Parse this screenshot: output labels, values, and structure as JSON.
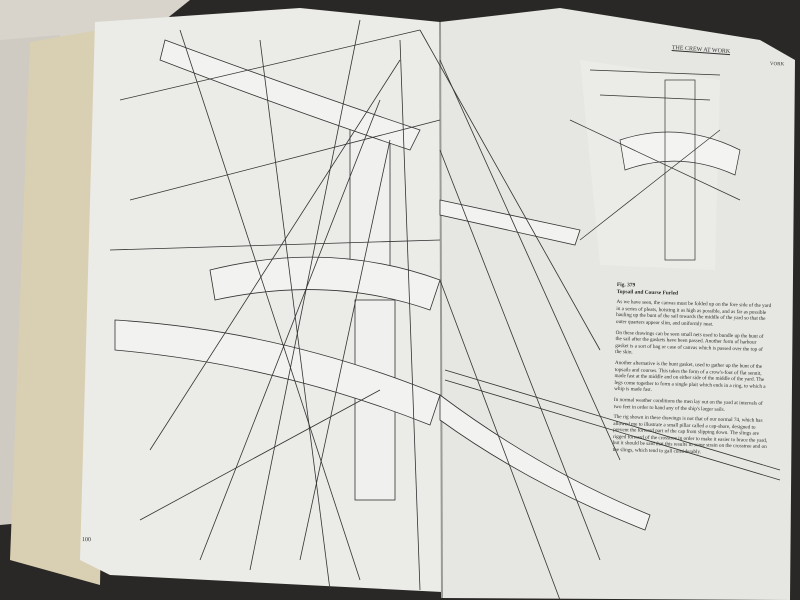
{
  "book": {
    "running_header": "THE CREW AT WORK",
    "running_header_fragment": "VORK",
    "left_page_number": "100",
    "figure": {
      "number": "Fig. 379",
      "title": "Topsail and Course Furled",
      "paragraphs": [
        "As we have seen, the canvas must be folded up on the fore side of the yard in a series of pleats, hoisting it as high as possible, and as far as possible hauling up the bunt of the sail towards the middle of the yard so that the outer quarters appear slim, and uniformly neat.",
        "On these drawings can be seen small nets used to bundle up the bunt of the sail after the gaskets have been passed. Another form of harbour gasket is a sort of bag or case of canvas which is passed over the top of the skin.",
        "Another alternative is the bunt gasket, used to gather up the bunt of the topsails and courses. This takes the form of a crow's-foot of flat sennit, made fast at the middle and on either side of the middle of the yard. The legs come together to form a single plait which ends in a ring, to which a whip is made fast.",
        "In normal weather conditions the men lay out on the yard at intervals of two feet in order to hand any of the ship's larger sails.",
        "The rig shown in these drawings is not that of our normal 74, which has allowed me to illustrate a small pillar called a cap-shore, designed to prevent the forward part of the cap from slipping down. The slings are rigged forward of the crosstree in order to make it easier to brace the yard, but it should be said that this results in some strain on the crosstree and on the slings, which tend to gall considerably."
      ]
    }
  },
  "colors": {
    "background": "#2a2826",
    "page": "#e9e8e4",
    "ink": "#2a2a2a"
  }
}
